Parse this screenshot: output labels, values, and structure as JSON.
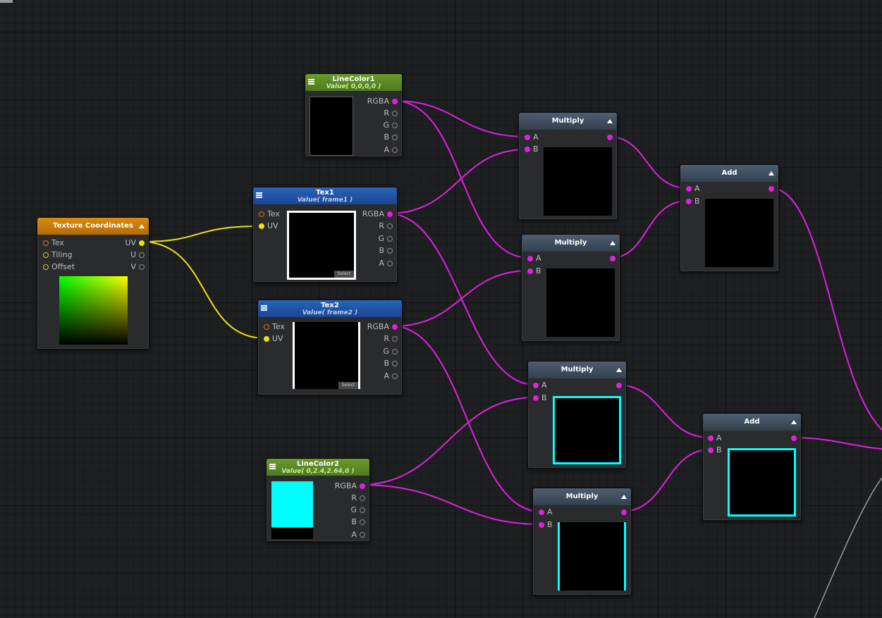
{
  "nodes": {
    "texcoords": {
      "title": "Texture Coordinates",
      "inputs": [
        "Tex",
        "Tiling",
        "Offset"
      ],
      "outputs": [
        "UV",
        "U",
        "V"
      ]
    },
    "linecolor1": {
      "title": "LineColor1",
      "value": "Value( 0,0,0,0 )",
      "outputs": [
        "RGBA",
        "R",
        "G",
        "B",
        "A"
      ]
    },
    "tex1": {
      "title": "Tex1",
      "value": "Value( frame1 )",
      "inputs": [
        "Tex",
        "UV"
      ],
      "outputs": [
        "RGBA",
        "R",
        "G",
        "B",
        "A"
      ],
      "select_label": "Select"
    },
    "tex2": {
      "title": "Tex2",
      "value": "Value( frame2 )",
      "inputs": [
        "Tex",
        "UV"
      ],
      "outputs": [
        "RGBA",
        "R",
        "G",
        "B",
        "A"
      ],
      "select_label": "Select"
    },
    "linecolor2": {
      "title": "LineColor2",
      "value": "Value( 0,2.4,2.64,0 )",
      "outputs": [
        "RGBA",
        "R",
        "G",
        "B",
        "A"
      ]
    },
    "multiply1": {
      "title": "Multiply",
      "inputs": [
        "A",
        "B"
      ]
    },
    "multiply2": {
      "title": "Multiply",
      "inputs": [
        "A",
        "B"
      ]
    },
    "multiply3": {
      "title": "Multiply",
      "inputs": [
        "A",
        "B"
      ]
    },
    "multiply4": {
      "title": "Multiply",
      "inputs": [
        "A",
        "B"
      ]
    },
    "add1": {
      "title": "Add",
      "inputs": [
        "A",
        "B"
      ]
    },
    "add2": {
      "title": "Add",
      "inputs": [
        "A",
        "B"
      ]
    }
  },
  "colors": {
    "wire_color": "#e020e0",
    "uv_wire_color": "#e6e60a",
    "preview_cyan": "#00ffff",
    "linecolor_header": "#5e8d25",
    "texture_header": "#2358a8",
    "texcoord_header": "#cc800c",
    "operator_header": "#425263"
  },
  "icons": [
    "menu-icon",
    "collapse-arrow-icon"
  ]
}
